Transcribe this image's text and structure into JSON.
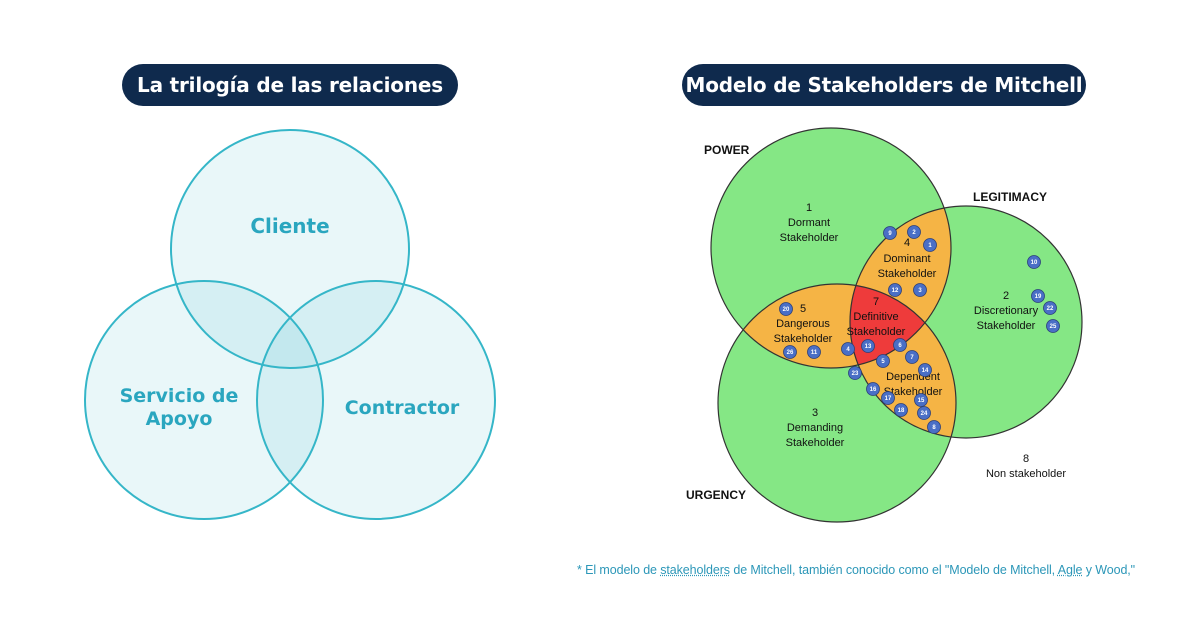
{
  "left": {
    "title": "La trilogía de las relaciones",
    "circles": [
      {
        "label": "Cliente"
      },
      {
        "label_lines": [
          "Servicio de",
          "Apoyo"
        ]
      },
      {
        "label": "Contractor"
      }
    ],
    "colors": {
      "stroke": "#35b6c8",
      "fill": "#e8f7fa",
      "text": "#2aa6bf"
    }
  },
  "right": {
    "title": "Modelo de Stakeholders de Mitchell",
    "axes": {
      "power": "POWER",
      "legitimacy": "LEGITIMACY",
      "urgency": "URGENCY"
    },
    "regions": [
      {
        "lines": [
          "1",
          "Dormant",
          "Stakeholder"
        ]
      },
      {
        "lines": [
          "2",
          "Discretionary",
          "Stakeholder"
        ]
      },
      {
        "lines": [
          "3",
          "Demanding",
          "Stakeholder"
        ]
      },
      {
        "lines": [
          "4",
          "Dominant",
          "Stakeholder"
        ]
      },
      {
        "lines": [
          "5",
          "Dangerous",
          "Stakeholder"
        ]
      },
      {
        "lines": [
          "Dependent",
          "Stakeholder"
        ]
      },
      {
        "lines": [
          "7",
          "Definitive",
          "Stakeholder"
        ]
      },
      {
        "lines": [
          "8",
          "Non stakeholder"
        ]
      }
    ],
    "dots": [
      "9",
      "2",
      "1",
      "12",
      "3",
      "10",
      "19",
      "22",
      "25",
      "20",
      "26",
      "11",
      "4",
      "13",
      "6",
      "5",
      "7",
      "14",
      "23",
      "16",
      "17",
      "15",
      "18",
      "24",
      "8"
    ],
    "colors": {
      "single": "#85e785",
      "double": "#f5b445",
      "triple": "#ee3b3b",
      "dot": "#4a6fc6"
    }
  },
  "footnote": {
    "prefix": "* El modelo de ",
    "underlined_word": "stakeholders",
    "middle": " de Mitchell, también conocido como el \"Modelo de Mitchell, ",
    "underlined_word2": "Agle",
    "suffix": " y Wood,\""
  }
}
